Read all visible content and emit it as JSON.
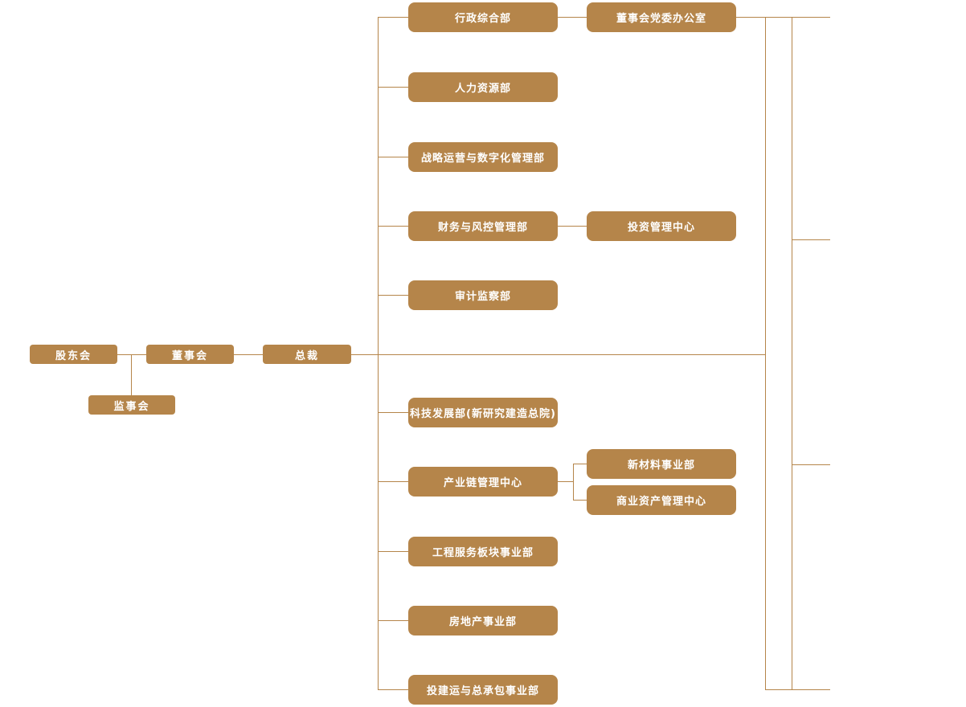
{
  "colors": {
    "node": "#b5854a",
    "line": "#b5854a",
    "text": "#ffffff",
    "bg": "#ffffff"
  },
  "governance": {
    "shareholders": "股东会",
    "supervisory": "监事会",
    "board": "董事会",
    "president": "总裁"
  },
  "departments": [
    "行政综合部",
    "人力资源部",
    "战略运营与数字化管理部",
    "财务与风控管理部",
    "审计监察部",
    "科技发展部(新研究建造总院)",
    "产业链管理中心",
    "工程服务板块事业部",
    "房地产事业部",
    "投建运与总承包事业部"
  ],
  "sub_departments": [
    {
      "parent": "行政综合部",
      "label": "董事会党委办公室"
    },
    {
      "parent": "财务与风控管理部",
      "label": "投资管理中心"
    },
    {
      "parent": "产业链管理中心",
      "label": "新材料事业部"
    },
    {
      "parent": "产业链管理中心",
      "label": "商业资产管理中心"
    }
  ]
}
